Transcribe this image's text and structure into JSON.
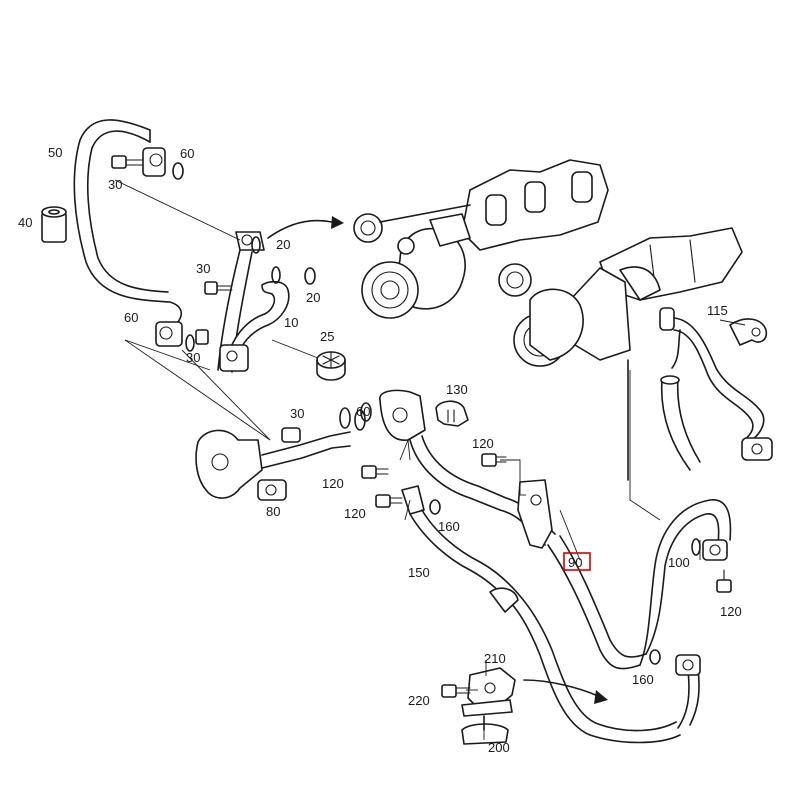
{
  "callouts": {
    "c10": "10",
    "c20a": "20",
    "c20b": "20",
    "c25": "25",
    "c30a": "30",
    "c30b": "30",
    "c30c": "30",
    "c30d": "30",
    "c40": "40",
    "c50": "50",
    "c60a": "60",
    "c60b": "60",
    "c60c": "60",
    "c80": "80",
    "c90": "90",
    "c100": "100",
    "c115": "115",
    "c120a": "120",
    "c120b": "120",
    "c120c": "120",
    "c120d": "120",
    "c130": "130",
    "c150": "150",
    "c160a": "160",
    "c160b": "160",
    "c200": "200",
    "c210": "210",
    "c220": "220"
  },
  "highlight": {
    "color": "#d40000",
    "callout": "90"
  }
}
